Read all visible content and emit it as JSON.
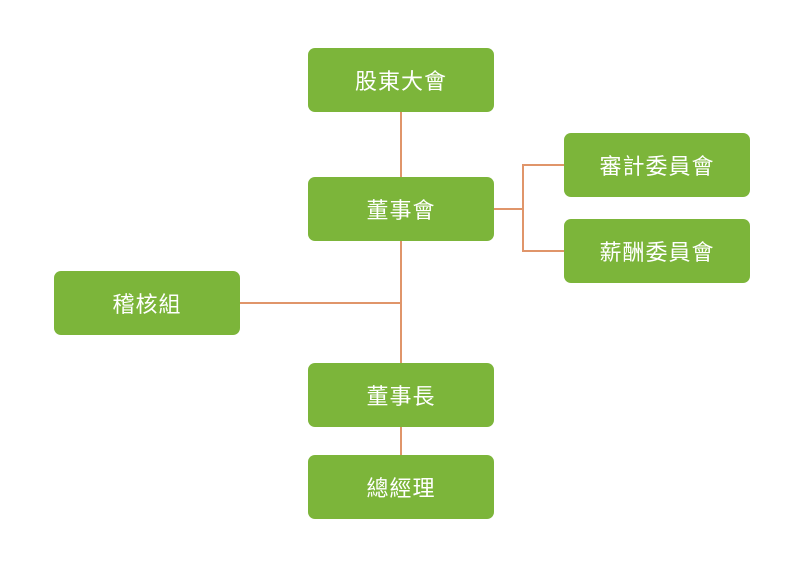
{
  "org_chart": {
    "connector_color": "#E0956A",
    "node_color": "#7CB53A",
    "nodes": {
      "shareholders": "股東大會",
      "board": "董事會",
      "audit_committee": "審計委員會",
      "compensation_committee": "薪酬委員會",
      "internal_audit": "稽核組",
      "chairman": "董事長",
      "general_manager": "總經理"
    }
  }
}
